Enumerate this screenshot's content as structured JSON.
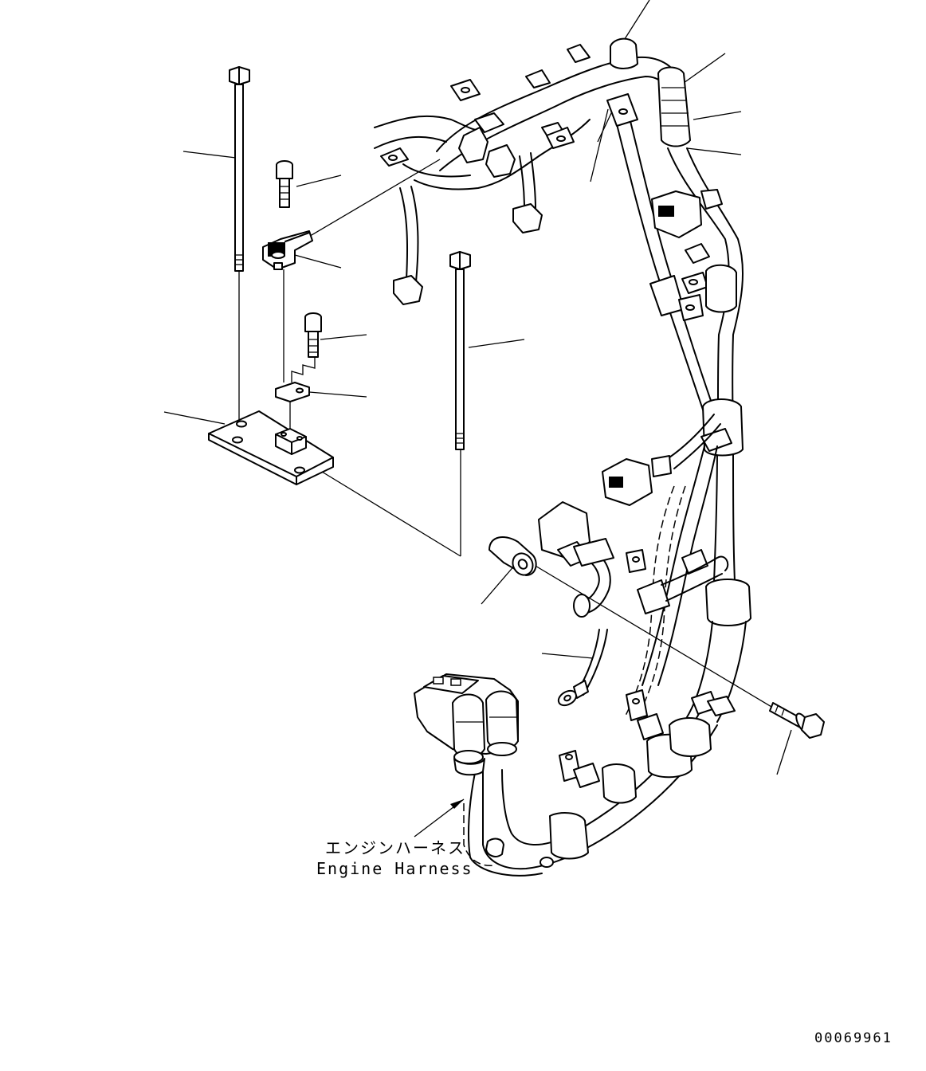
{
  "drawing": {
    "labels": {
      "harness_jp": "エンジンハーネス",
      "harness_en": "Engine Harness"
    },
    "document_number": "00069961",
    "part_icons": {
      "long_bolt_left": "long-bolt-icon",
      "cap_screw_upper": "cap-screw-icon",
      "sensor": "sensor-icon",
      "cap_screw_lower": "cap-screw-icon",
      "clamp_block": "clamp-block-icon",
      "mounting_plate": "plate-icon",
      "long_bolt_right": "long-bolt-icon",
      "spacer": "spacer-icon",
      "flange_bolt": "flange-bolt-icon",
      "harness": "wire-harness-icon"
    }
  }
}
